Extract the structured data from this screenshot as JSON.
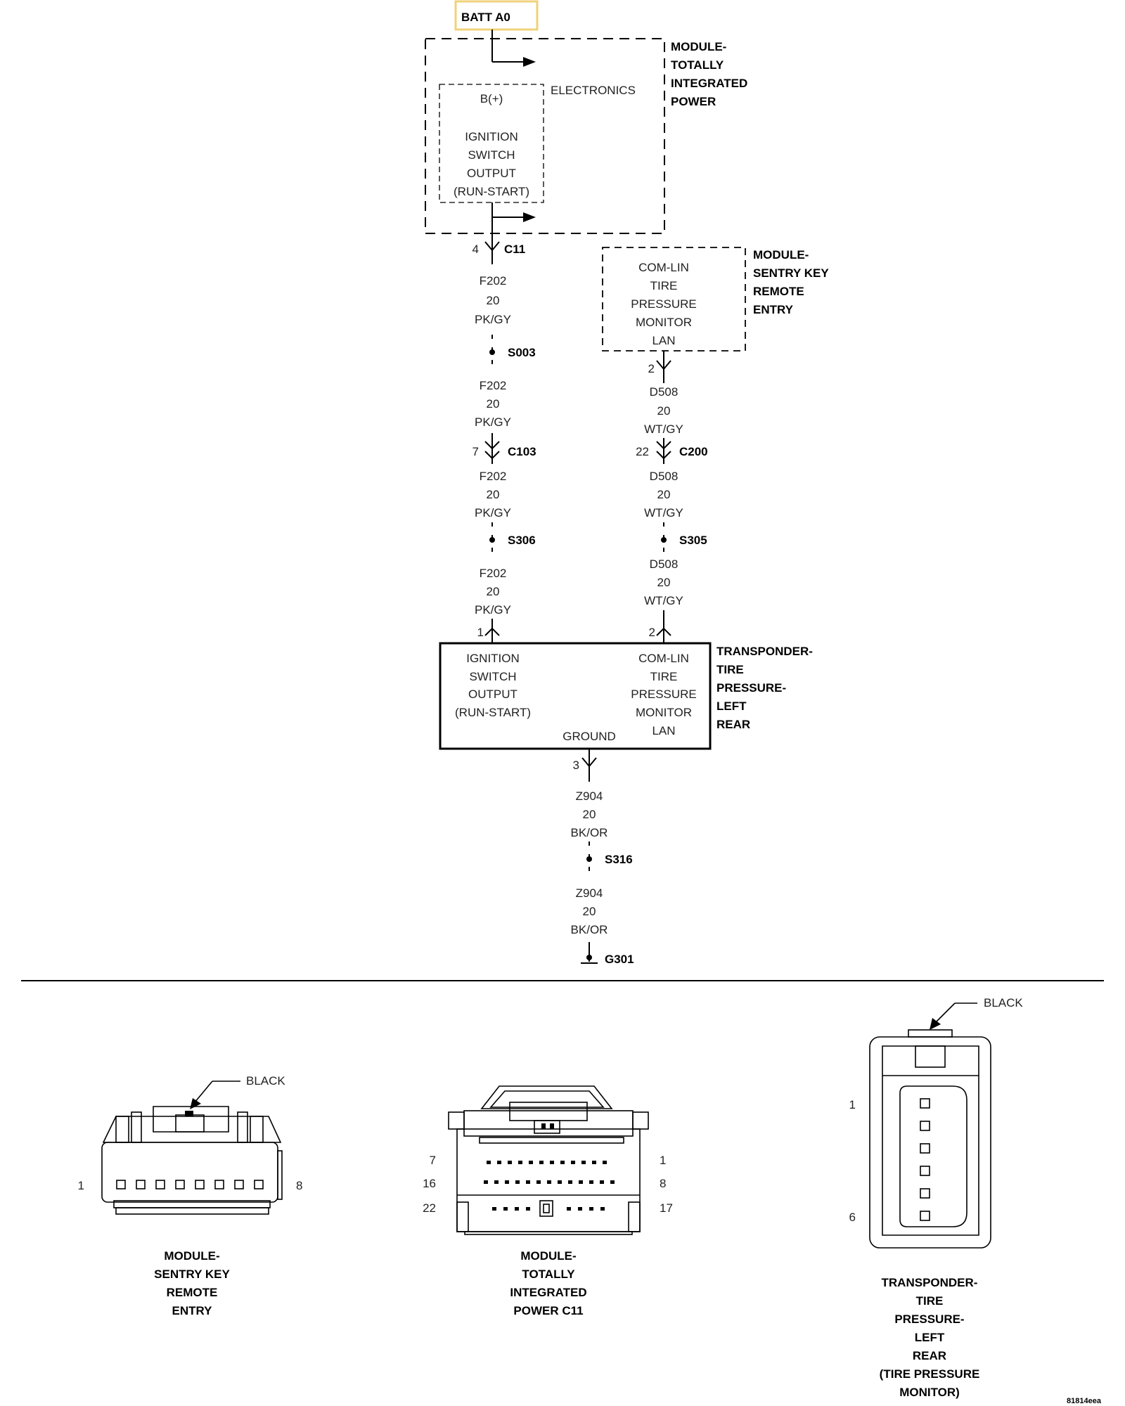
{
  "batt": "BATT A0",
  "tip": {
    "title": [
      "MODULE-",
      "TOTALLY",
      "INTEGRATED",
      "POWER"
    ],
    "electronics": "ELECTRONICS",
    "bplus": "B(+)",
    "output": [
      "IGNITION",
      "SWITCH",
      "OUTPUT",
      "(RUN-START)"
    ]
  },
  "skreem": {
    "title": [
      "MODULE-",
      "SENTRY KEY",
      "REMOTE",
      "ENTRY"
    ],
    "func": [
      "COM-LIN",
      "TIRE",
      "PRESSURE",
      "MONITOR",
      "LAN"
    ]
  },
  "left_circuit": {
    "c11": {
      "pin": "4",
      "name": "C11"
    },
    "wire1": [
      "F202",
      "20",
      "PK/GY"
    ],
    "s003": "S003",
    "wire2": [
      "F202",
      "20",
      "PK/GY"
    ],
    "c103": {
      "pin": "7",
      "name": "C103"
    },
    "wire3": [
      "F202",
      "20",
      "PK/GY"
    ],
    "s306": "S306",
    "wire4": [
      "F202",
      "20",
      "PK/GY"
    ],
    "pin_in": "1"
  },
  "right_circuit": {
    "pin_out": "2",
    "wire1": [
      "D508",
      "20",
      "WT/GY"
    ],
    "c200": {
      "pin": "22",
      "name": "C200"
    },
    "wire2": [
      "D508",
      "20",
      "WT/GY"
    ],
    "s305": "S305",
    "wire3": [
      "D508",
      "20",
      "WT/GY"
    ],
    "pin_in": "2"
  },
  "transponder": {
    "title": [
      "TRANSPONDER-",
      "TIRE",
      "PRESSURE-",
      "LEFT",
      "REAR"
    ],
    "left": [
      "IGNITION",
      "SWITCH",
      "OUTPUT",
      "(RUN-START)"
    ],
    "right": [
      "COM-LIN",
      "TIRE",
      "PRESSURE",
      "MONITOR",
      "LAN"
    ],
    "ground": "GROUND"
  },
  "ground_circuit": {
    "pin": "3",
    "wire1": [
      "Z904",
      "20",
      "BK/OR"
    ],
    "s316": "S316",
    "wire2": [
      "Z904",
      "20",
      "BK/OR"
    ],
    "g301": "G301"
  },
  "connectors": {
    "skreem": {
      "color": "BLACK",
      "pin_first": "1",
      "pin_last": "8",
      "label": [
        "MODULE-",
        "SENTRY KEY",
        "REMOTE",
        "ENTRY"
      ]
    },
    "tip": {
      "pins": [
        "7",
        "1",
        "16",
        "8",
        "22",
        "17"
      ],
      "label": [
        "MODULE-",
        "TOTALLY",
        "INTEGRATED",
        "POWER C11"
      ]
    },
    "transponder": {
      "color": "BLACK",
      "pin_first": "1",
      "pin_last": "6",
      "label": [
        "TRANSPONDER-",
        "TIRE",
        "PRESSURE-",
        "LEFT",
        "REAR",
        "(TIRE PRESSURE",
        "MONITOR)"
      ]
    }
  },
  "figure_id": "81814eea"
}
